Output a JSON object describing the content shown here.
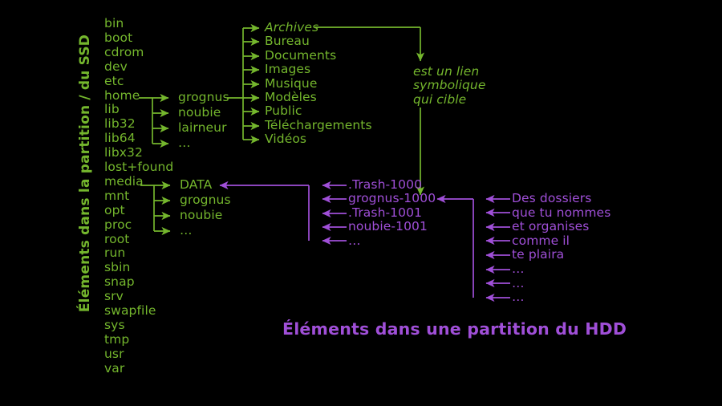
{
  "meta": {
    "background_color": "#000000",
    "green": "#74b62d",
    "purple": "#a04fd8"
  },
  "titles": {
    "ssd_side_title": "Éléments dans la partition / du SSD",
    "hdd_bottom_title": "Éléments dans une partition du HDD"
  },
  "annotation": {
    "line1": "est un lien",
    "line2": "symbolique",
    "line3": "qui cible"
  },
  "root_column": {
    "name": "root-filesystem-entries",
    "items": [
      "bin",
      "boot",
      "cdrom",
      "dev",
      "etc",
      "home",
      "lib",
      "lib32",
      "lib64",
      "libx32",
      "lost+found",
      "media",
      "mnt",
      "opt",
      "proc",
      "root",
      "run",
      "sbin",
      "snap",
      "srv",
      "swapfile",
      "sys",
      "tmp",
      "usr",
      "var"
    ]
  },
  "home_column": {
    "name": "home-children",
    "items": [
      "grognus",
      "noubie",
      "lairneur",
      "…"
    ]
  },
  "media_column": {
    "name": "media-children",
    "items": [
      "DATA",
      "grognus",
      "noubie",
      "…"
    ]
  },
  "grognus_column": {
    "name": "grognus-home-children",
    "items": [
      {
        "label": "Archives",
        "italic": true
      },
      {
        "label": "Bureau",
        "italic": false
      },
      {
        "label": "Documents",
        "italic": false
      },
      {
        "label": "Images",
        "italic": false
      },
      {
        "label": "Musique",
        "italic": false
      },
      {
        "label": "Modèles",
        "italic": false
      },
      {
        "label": "Public",
        "italic": false
      },
      {
        "label": "Téléchargements",
        "italic": false
      },
      {
        "label": "Vidéos",
        "italic": false
      }
    ]
  },
  "data_column": {
    "name": "data-partition-children",
    "items": [
      ".Trash-1000",
      "grognus-1000",
      ".Trash-1001",
      "noubie-1001",
      "…"
    ]
  },
  "user_column": {
    "name": "user-folders",
    "items": [
      "Des dossiers",
      "que tu nommes",
      "et organises",
      "comme il",
      "te plaira",
      "…",
      "…",
      "…"
    ]
  }
}
